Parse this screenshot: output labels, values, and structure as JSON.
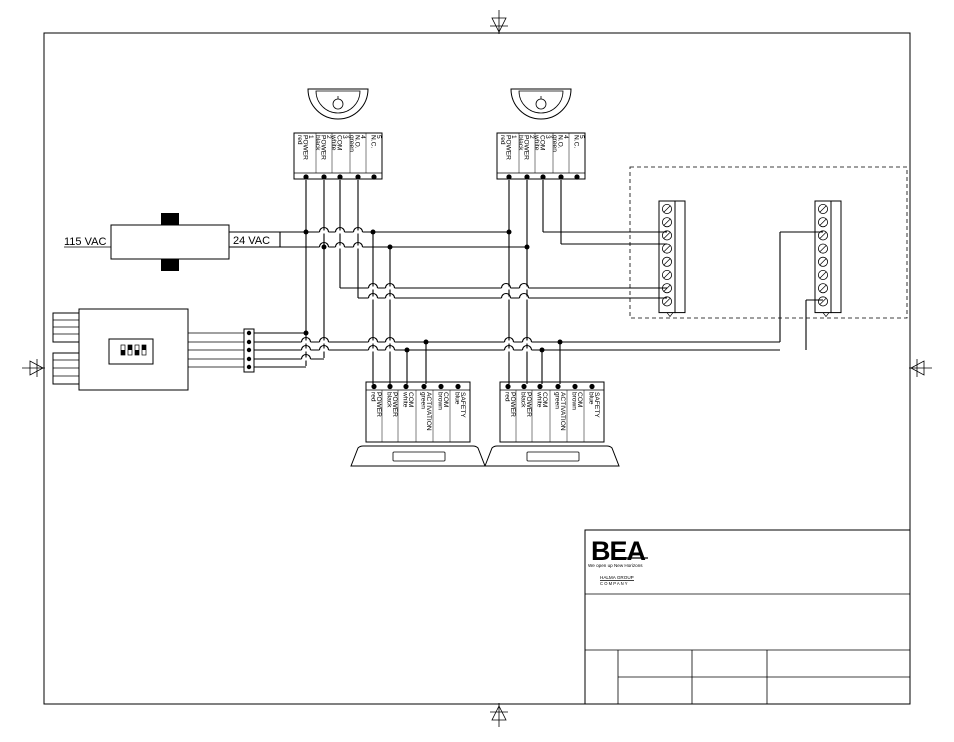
{
  "supply": {
    "input_label": "115 VAC",
    "output_label": "24  VAC"
  },
  "sensor_terminal_labels": [
    [
      "1",
      "POWER",
      "red"
    ],
    [
      "2",
      "POWER",
      "black"
    ],
    [
      "3",
      "COM",
      "white"
    ],
    [
      "4",
      "N.O.",
      "green"
    ],
    [
      "5",
      "N.C.",
      ""
    ]
  ],
  "module_terminal_labels": [
    [
      "POWER",
      "red"
    ],
    [
      "POWER",
      "black"
    ],
    [
      "COM",
      "white"
    ],
    [
      "ACTIVATION",
      "green"
    ],
    [
      "COM",
      "brown"
    ],
    [
      "SAFETY",
      "blue"
    ]
  ],
  "title_block": {
    "logo": "BEA",
    "tagline": "We open up New Horizons",
    "group": "HALMA GROUP",
    "company": "C O M P A N Y"
  }
}
